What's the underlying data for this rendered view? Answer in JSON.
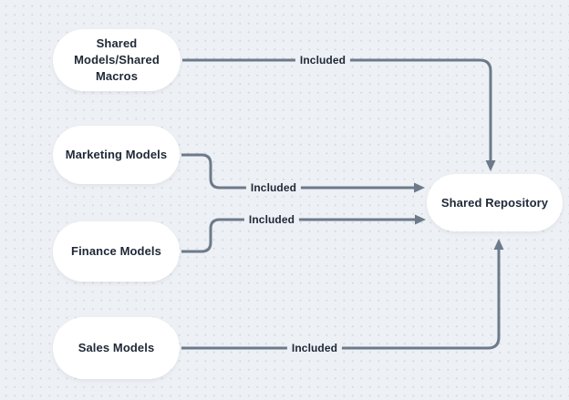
{
  "diagram": {
    "type": "flowchart",
    "background_color": "#edf0f4",
    "dot_grid_color": "#d5dae1",
    "node_fill_color": "#ffffff",
    "node_text_color": "#1e2837",
    "edge_color": "#6d7a8a",
    "nodes": [
      {
        "id": "shared-models",
        "label": "Shared Models/Shared Macros",
        "lines": [
          "Shared",
          "Models/Shared",
          "Macros"
        ]
      },
      {
        "id": "marketing-models",
        "label": "Marketing Models"
      },
      {
        "id": "finance-models",
        "label": "Finance Models"
      },
      {
        "id": "sales-models",
        "label": "Sales Models"
      },
      {
        "id": "shared-repository",
        "label": "Shared Repository"
      }
    ],
    "edges": [
      {
        "from": "Shared Models/Shared Macros",
        "to": "Shared Repository",
        "label": "Included"
      },
      {
        "from": "Marketing Models",
        "to": "Shared Repository",
        "label": "Included"
      },
      {
        "from": "Finance Models",
        "to": "Shared Repository",
        "label": "Included"
      },
      {
        "from": "Sales Models",
        "to": "Shared Repository",
        "label": "Included"
      }
    ]
  }
}
